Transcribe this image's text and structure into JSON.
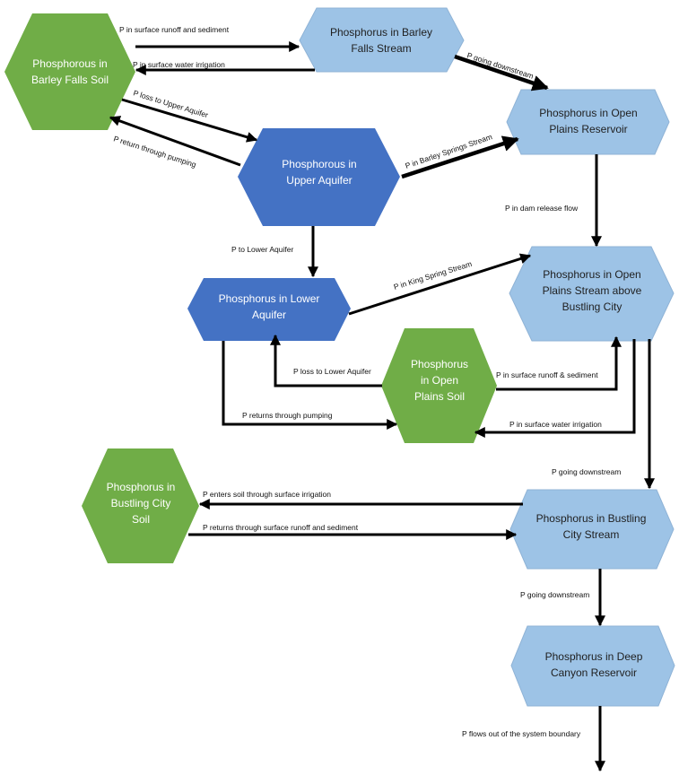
{
  "colors": {
    "soil": "#70ad47",
    "aquifer": "#4472c4",
    "water": "#9dc3e6",
    "water_text": "#1f1f1f",
    "arrow": "#000000"
  },
  "nodes": {
    "barley_soil": "Phosphorous in Barley Falls Soil",
    "barley_stream": "Phosphorus in Barley Falls Stream",
    "open_plains_reservoir": "Phosphorus in Open Plains Reservoir",
    "upper_aquifer": "Phosphorous in Upper Aquifer",
    "lower_aquifer": "Phosphorus in Lower Aquifer",
    "open_plains_stream": "Phosphorus in Open Plains Stream above Bustling City",
    "open_plains_soil": "Phosphorus in Open Plains Soil",
    "bustling_soil": "Phosphorus in Bustling City Soil",
    "bustling_stream": "Phosphorus in Bustling City Stream",
    "deep_canyon": "Phosphorus in Deep Canyon Reservoir"
  },
  "edges": {
    "runoff_barley": "P in surface runoff and sediment",
    "irrigation_barley": "P in surface water irrigation",
    "going_downstream_1": "P going downstream",
    "loss_upper": "P loss to Upper Aquifer",
    "return_pumping_upper": "P return through pumping",
    "barley_springs": "P in Barley Springs Stream",
    "dam_release": "P in dam release flow",
    "to_lower": "P to Lower Aquifer",
    "king_spring": "P in King Spring Stream",
    "loss_lower": "P loss to Lower Aquifer",
    "runoff_open": "P in surface runoff & sediment",
    "returns_pumping_lower": "P returns through pumping",
    "irrigation_open": "P in surface water irrigation",
    "going_downstream_2": "P going downstream",
    "enters_soil": "P enters soil through surface irrigation",
    "returns_runoff": "P returns through surface runoff and sediment",
    "going_downstream_3": "P going downstream",
    "flows_out": "P flows out of the system boundary"
  }
}
